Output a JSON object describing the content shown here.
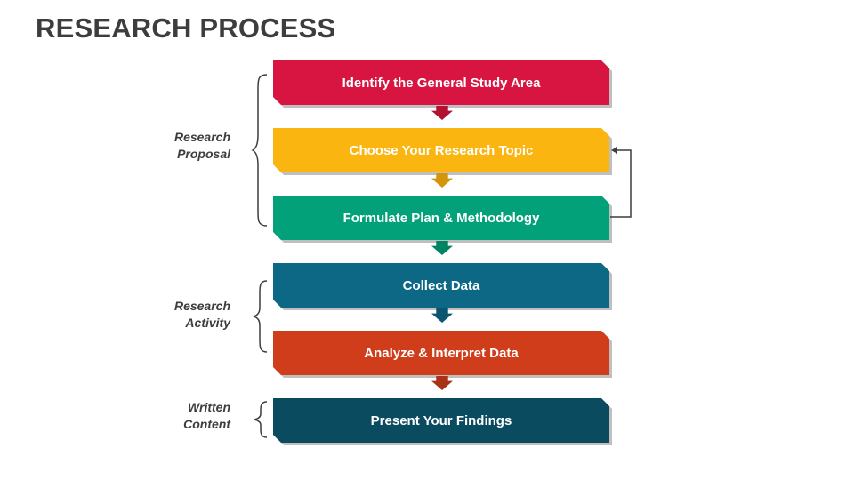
{
  "title": "RESEARCH PROCESS",
  "steps": [
    {
      "label": "Identify the General Study Area",
      "color": "#d81540"
    },
    {
      "label": "Choose Your Research Topic",
      "color": "#fbb510"
    },
    {
      "label": "Formulate Plan & Methodology",
      "color": "#02a17a"
    },
    {
      "label": "Collect Data",
      "color": "#0c6885"
    },
    {
      "label": "Analyze & Interpret Data",
      "color": "#cf3d1b"
    },
    {
      "label": "Present Your Findings",
      "color": "#0a4b60"
    }
  ],
  "groups": [
    {
      "line1": "Research",
      "line2": "Proposal"
    },
    {
      "line1": "Research",
      "line2": "Activity"
    },
    {
      "line1": "Written",
      "line2": "Content"
    }
  ]
}
